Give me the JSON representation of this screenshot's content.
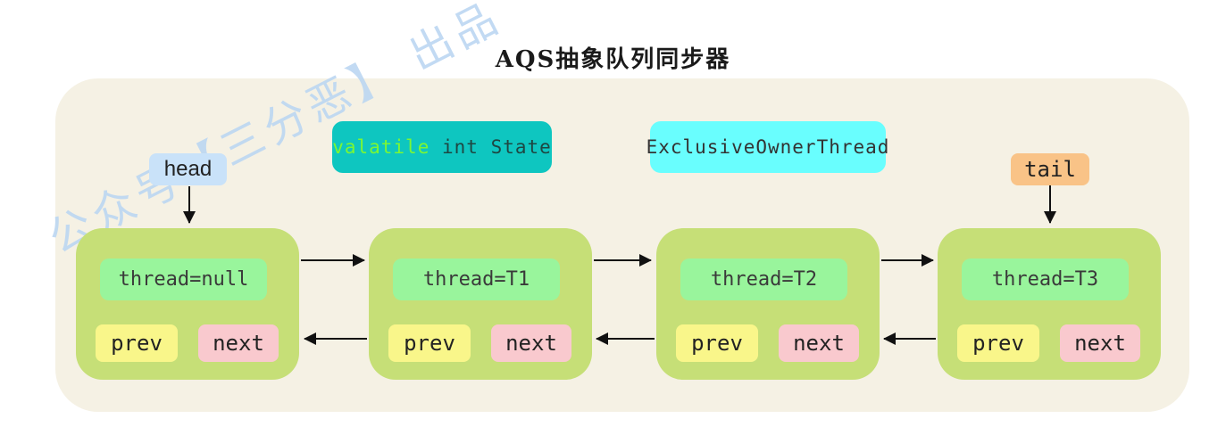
{
  "title": "AQS抽象队列同步器",
  "watermark": "公众号【三分恶】 出品",
  "state_box": {
    "keyword": "valatile",
    "rest": " int State"
  },
  "owner_box": {
    "label": "ExclusiveOwnerThread"
  },
  "pointers": {
    "head": "head",
    "tail": "tail"
  },
  "nodes": [
    {
      "thread": "thread=null",
      "prev": "prev",
      "next": "next"
    },
    {
      "thread": "thread=T1",
      "prev": "prev",
      "next": "next"
    },
    {
      "thread": "thread=T2",
      "prev": "prev",
      "next": "next"
    },
    {
      "thread": "thread=T3",
      "prev": "prev",
      "next": "next"
    }
  ],
  "colors": {
    "canvas_bg": "#FFFFFF",
    "container_bg": "#F5F1E4",
    "node_bg": "#C6DF77",
    "thread_bg": "#99F59C",
    "prev_bg": "#F9F68A",
    "next_bg": "#F9C9CE",
    "head_bg": "#C9E2F9",
    "tail_bg": "#F9C387",
    "state_bg": "#0EC6C0",
    "state_keyword": "#7CF733",
    "owner_bg": "#69FEFE",
    "watermark": "#BCD7F2",
    "arrow": "#111111"
  }
}
